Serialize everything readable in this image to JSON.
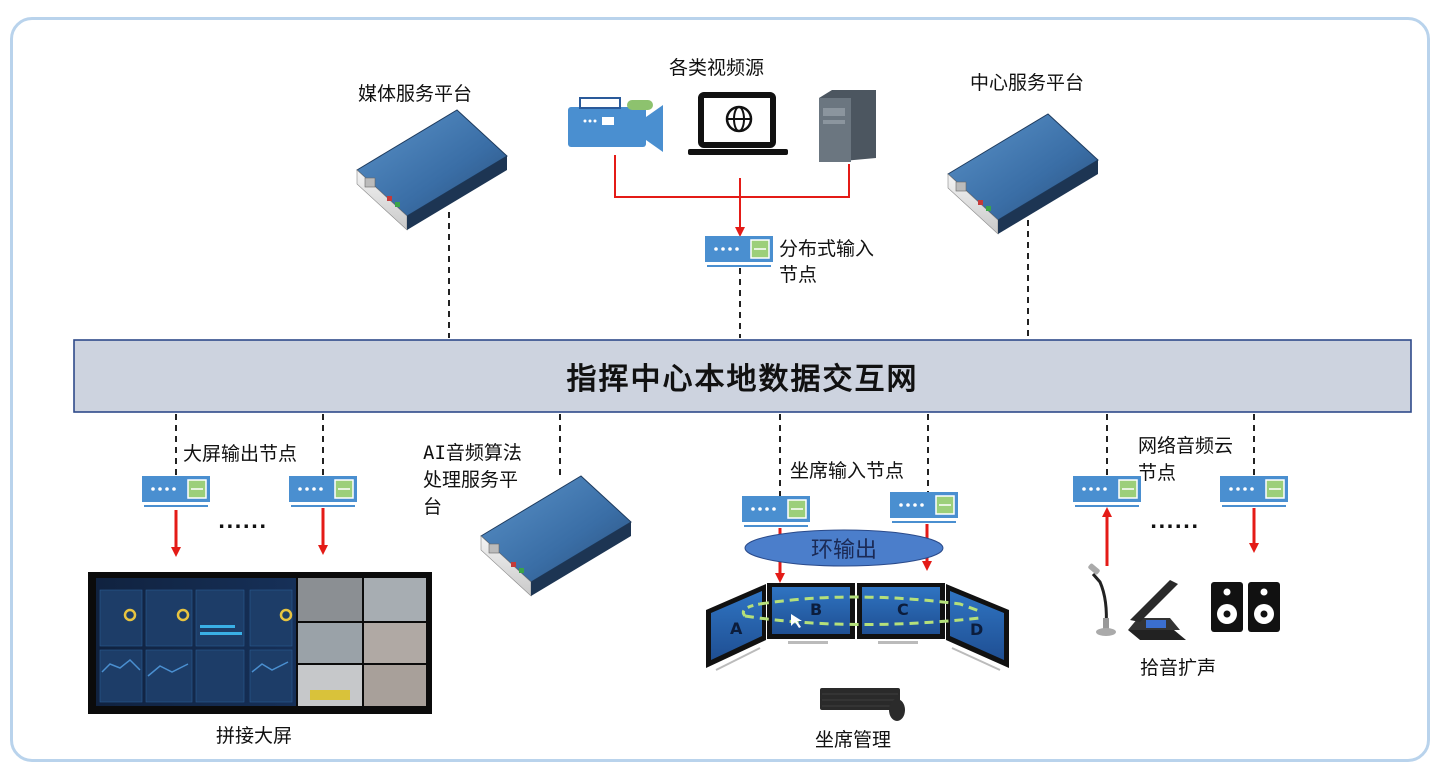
{
  "diagram": {
    "title": "指挥中心本地数据交互网",
    "colors": {
      "frame_border": "#b9d3ec",
      "bus_fill": "#cdd3df",
      "bus_border": "#2f4a8a",
      "signal_arrow": "#e41b17",
      "node_device": "#4a8fd0",
      "node_port": "#9ccf7a",
      "server_top": "#3f78b0",
      "ring_ellipse": "#4b7ecb",
      "monitor_screen": "#2f6db8",
      "loop_dash": "#b5e07a"
    },
    "top": {
      "media_server": {
        "label": "媒体服务平台",
        "icon": "server-box-icon"
      },
      "video_sources": {
        "label": "各类视频源",
        "devices": [
          {
            "name": "camera",
            "icon": "video-camera-icon"
          },
          {
            "name": "laptop",
            "icon": "laptop-globe-icon"
          },
          {
            "name": "tower",
            "icon": "tower-server-icon"
          }
        ]
      },
      "input_node": {
        "label": "分布式输入节点",
        "icon": "network-node-icon"
      },
      "center_server": {
        "label": "中心服务平台",
        "icon": "server-box-icon"
      }
    },
    "bottom": {
      "screen_output": {
        "label": "大屏输出节点",
        "ellipsis": "......",
        "display_label": "拼接大屏",
        "display_icon": "video-wall-icon"
      },
      "ai_audio": {
        "label": "AI音频算法处理服务平台",
        "icon": "server-box-icon"
      },
      "seat_input": {
        "label": "坐席输入节点",
        "ring_label": "环输出",
        "monitors": [
          "A",
          "B",
          "C",
          "D"
        ],
        "management_label": "坐席管理",
        "management_icon": "keyboard-mouse-icon"
      },
      "audio_cloud": {
        "label": "网络音频云节点",
        "ellipsis": "......",
        "devices_label": "拾音扩声",
        "devices": [
          {
            "name": "gooseneck-mic",
            "icon": "microphone-icon"
          },
          {
            "name": "conference-unit",
            "icon": "conference-mic-icon"
          },
          {
            "name": "speakers",
            "icon": "speaker-icon"
          }
        ]
      }
    }
  }
}
